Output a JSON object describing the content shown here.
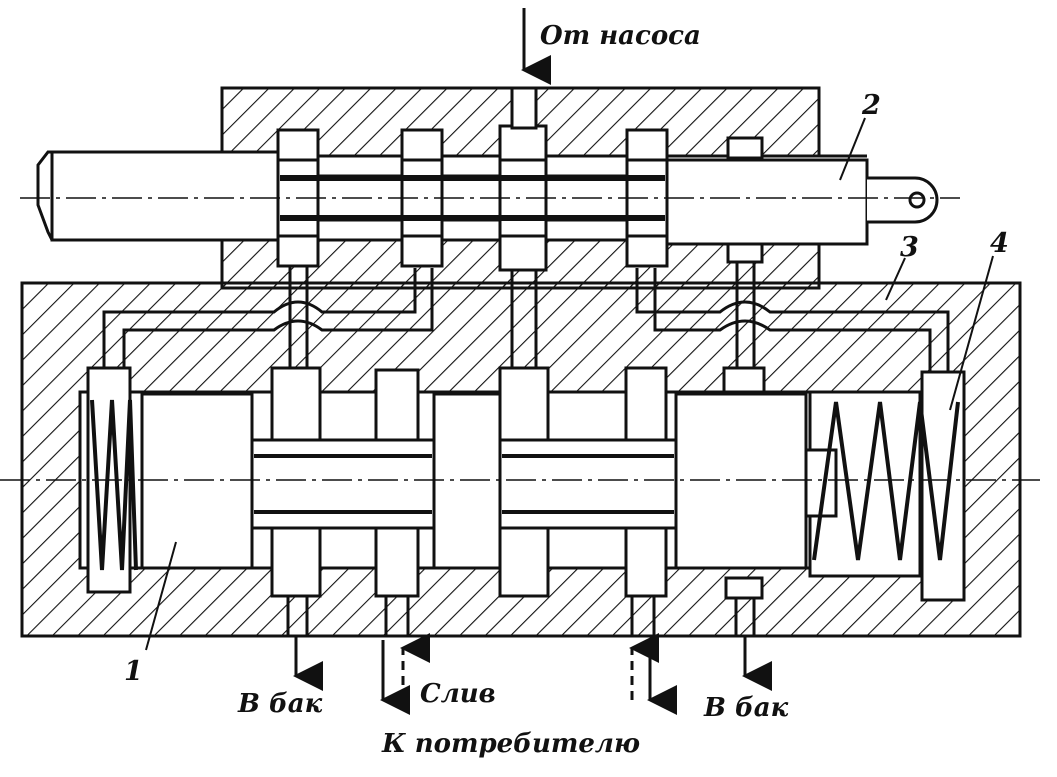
{
  "diagram": {
    "labels": {
      "from_pump": "От насоса",
      "to_tank_left": "В бак",
      "to_tank_right": "В бак",
      "drain": "Слив",
      "to_consumer": "К потребителю",
      "part_1": "1",
      "part_2": "2",
      "part_3": "3",
      "part_4": "4"
    },
    "colors": {
      "ink": "#111111",
      "paper": "#ffffff"
    }
  }
}
